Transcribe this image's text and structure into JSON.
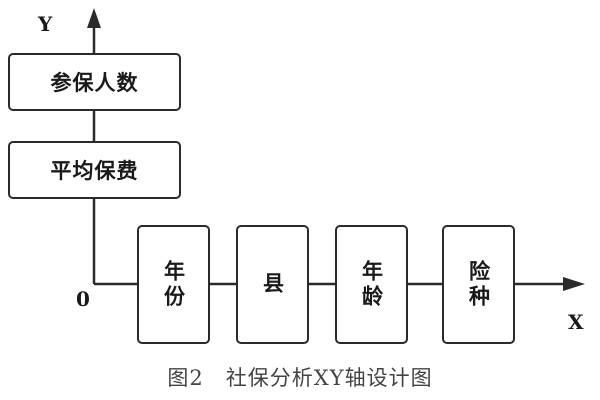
{
  "axes": {
    "y_label": "Y",
    "x_label": "X",
    "origin_label": "0"
  },
  "y_axis_items": [
    {
      "label": "参保人数"
    },
    {
      "label": "平均保费"
    }
  ],
  "x_axis_items": [
    {
      "label": "年份"
    },
    {
      "label": "县"
    },
    {
      "label": "年龄"
    },
    {
      "label": "险种"
    }
  ],
  "caption": {
    "number": "图2",
    "text": "社保分析XY轴设计图"
  },
  "colors": {
    "line": "#2b2b2b",
    "caption": "#444444"
  }
}
